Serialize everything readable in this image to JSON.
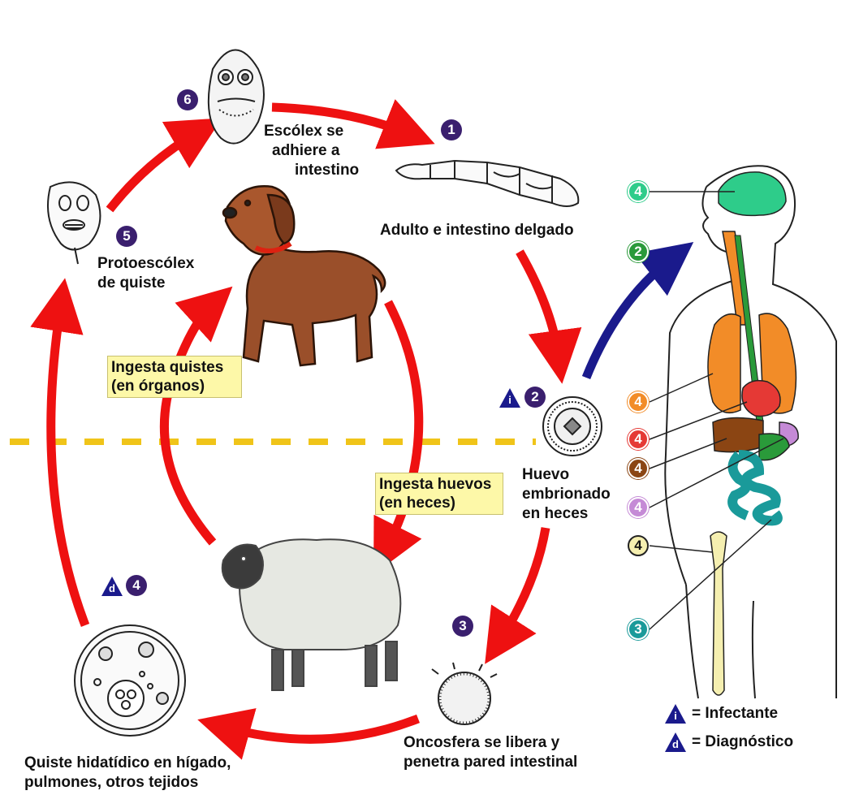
{
  "labels": {
    "scolex": [
      "Escólex se",
      "adhiere a",
      "intestino"
    ],
    "adult": "Adulto e intestino  delgado",
    "protoscolex": [
      "Protoescólex",
      "de quiste"
    ],
    "egg": [
      "Huevo",
      "embrionado",
      "en heces"
    ],
    "oncosphere": [
      "Oncosfera se libera y",
      "penetra pared intestinal"
    ],
    "cyst": [
      "Quiste hidatídico en hígado,",
      "pulmones, otros tejidos"
    ]
  },
  "notes": {
    "cysts": [
      "Ingesta quistes",
      "(en órganos)"
    ],
    "eggs": [
      "Ingesta huevos",
      "(en heces)"
    ]
  },
  "badges": {
    "step1": "1",
    "step2": "2",
    "step3": "3",
    "step4": "4",
    "step5": "5",
    "step6": "6",
    "human2": "2",
    "human3": "3",
    "brain4": "4",
    "lung4": "4",
    "heart4": "4",
    "liver4": "4",
    "spleen4": "4",
    "bone4": "4"
  },
  "stage_markers": {
    "infective": "i",
    "diagnostic": "d"
  },
  "legend": {
    "infective_letter": "i",
    "infective_label": "= Infectante",
    "diagnostic_letter": "d",
    "diagnostic_label": "= Diagnóstico"
  },
  "colors": {
    "cycle_arrow": "#ee1111",
    "human_arrow": "#1a1a8c",
    "step_badge": "#3a1f6e",
    "brain": "#2ecc8a",
    "lung": "#f28c28",
    "heart": "#e53935",
    "liver": "#8b4513",
    "spleen": "#c58ad6",
    "intestine": "#1a9a9a",
    "bone": "#f5efb0",
    "dashed_line": "#f0c419",
    "note_bg": "#fdf8a8"
  }
}
